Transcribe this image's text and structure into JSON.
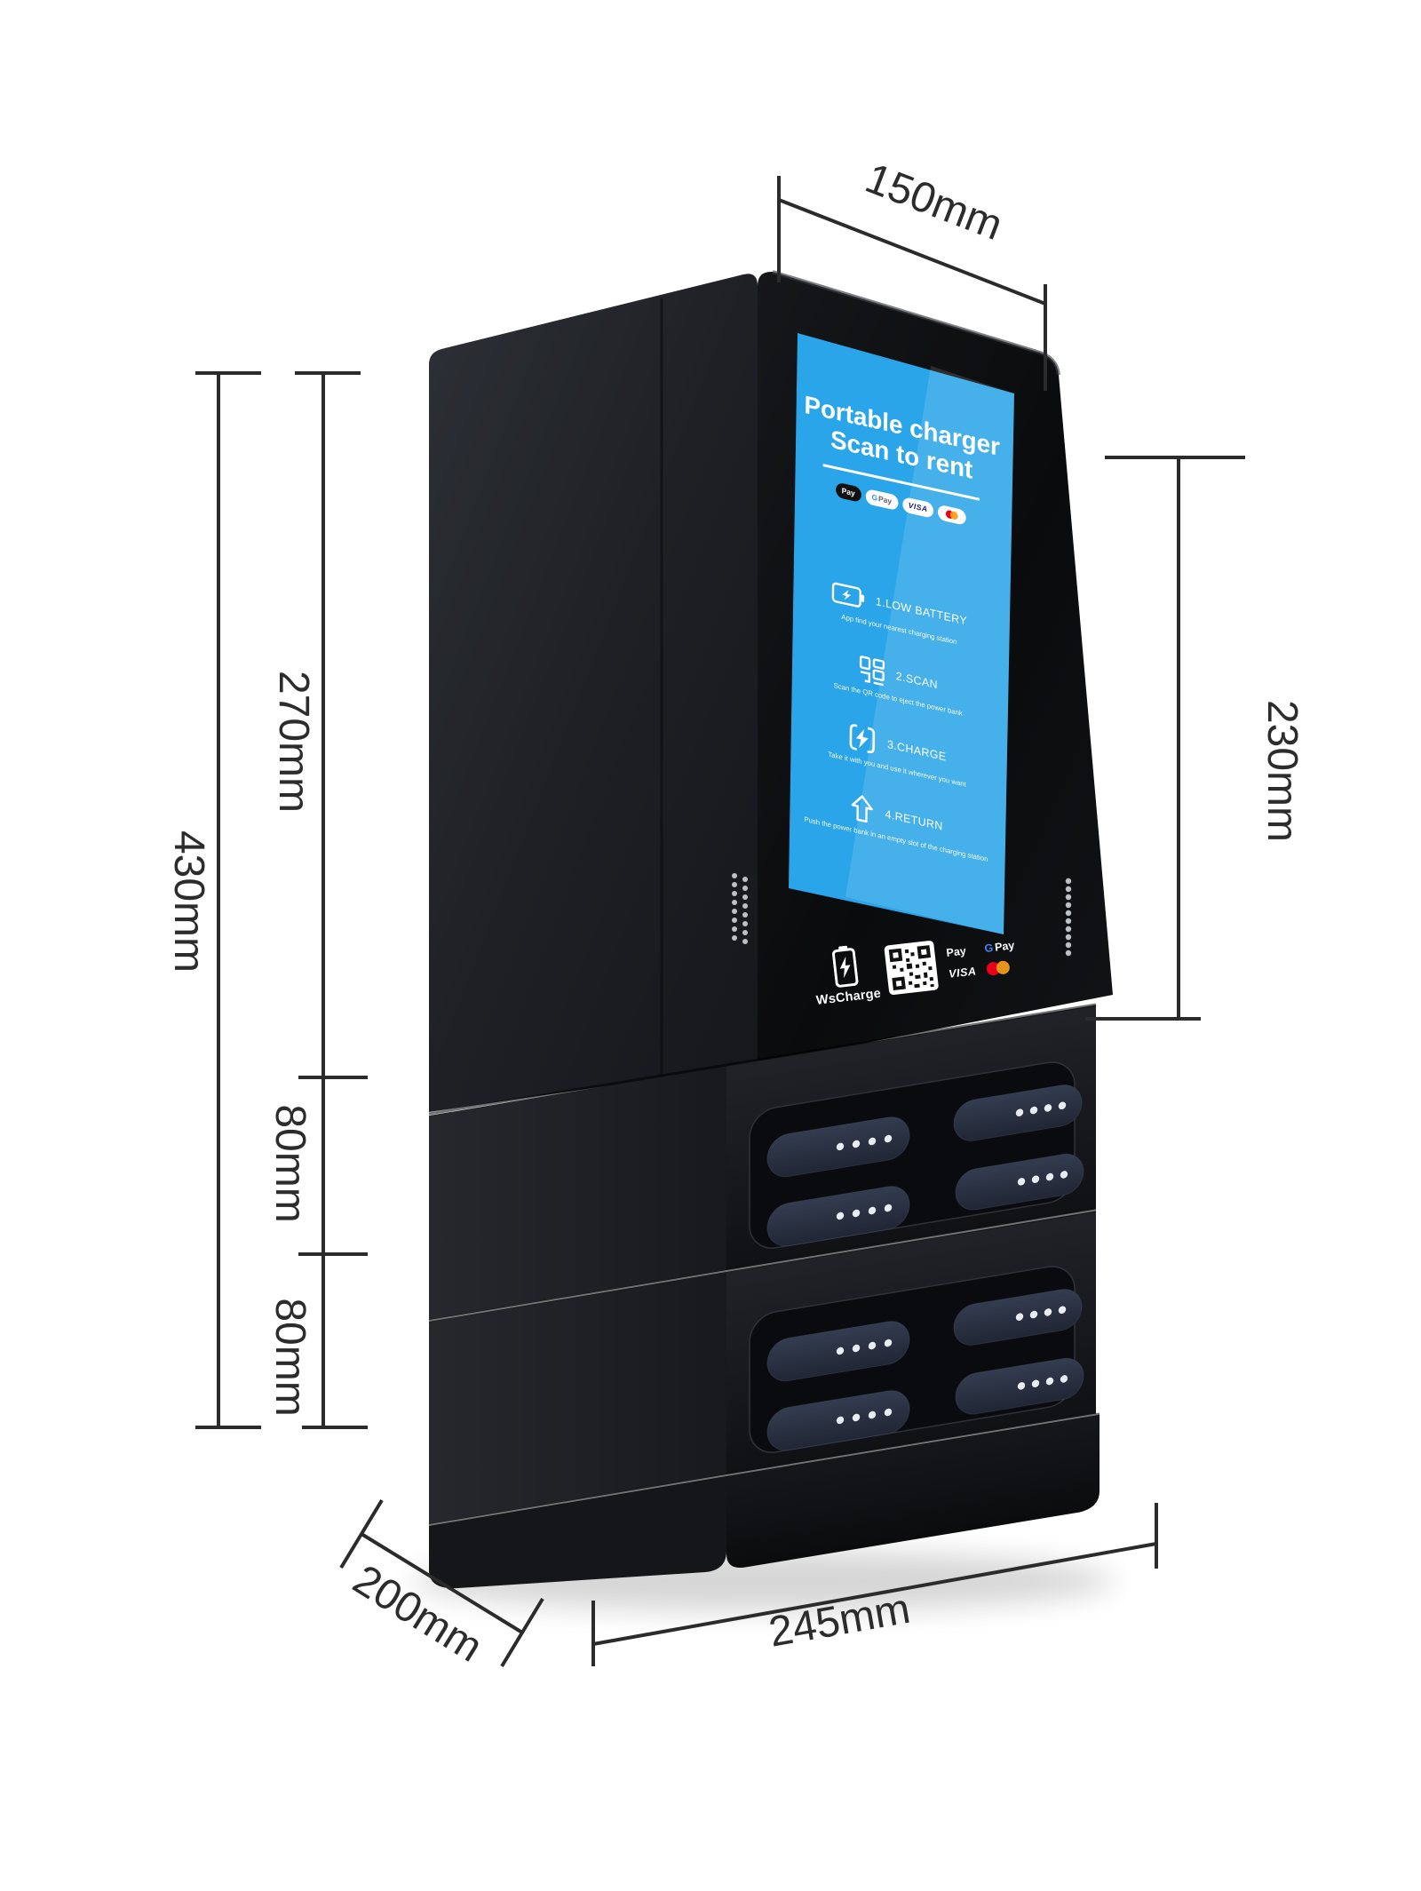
{
  "product": {
    "brand": "WsCharge",
    "type": "portable-charger-rental-station"
  },
  "dimensions": {
    "top_width": "150mm",
    "total_height": "430mm",
    "upper_unit_height": "270mm",
    "tier1_height": "80mm",
    "tier2_height": "80mm",
    "screen_height": "230mm",
    "depth": "200mm",
    "base_width": "245mm"
  },
  "screen": {
    "title_line1": "Portable charger",
    "title_line2": "Scan to rent",
    "badges": {
      "apple_pay": "Pay",
      "g_pay_g": "G",
      "g_pay_rest": "Pay",
      "visa": "VISA",
      "mastercard": "mastercard-icon"
    },
    "steps": [
      {
        "icon": "low-battery-icon",
        "label": "1.LOW BATTERY",
        "sub": "App find your nearest charging station"
      },
      {
        "icon": "qr-scan-icon",
        "label": "2.SCAN",
        "sub": "Scan the QR code to eject the power bank"
      },
      {
        "icon": "charge-icon",
        "label": "3.CHARGE",
        "sub": "Take it with you and use it wherever you want"
      },
      {
        "icon": "return-arrow-icon",
        "label": "4.RETURN",
        "sub": "Push the power bank in an empty slot of the charging station"
      }
    ]
  },
  "panel": {
    "brand": "WsCharge",
    "apple_pay": "Pay",
    "g_pay_g": "G",
    "g_pay_rest": "Pay",
    "visa": "VISA",
    "mastercard": "mastercard-icon"
  },
  "colors": {
    "screen_blue": "#2BA5E9",
    "visa_blue": "#1A1F71",
    "mastercard_red": "#EB001B",
    "mastercard_orange": "#F79E1B",
    "gpay_blue": "#4285F4",
    "dimension_line": "#2B2B2B",
    "machine_black": "#101114"
  }
}
